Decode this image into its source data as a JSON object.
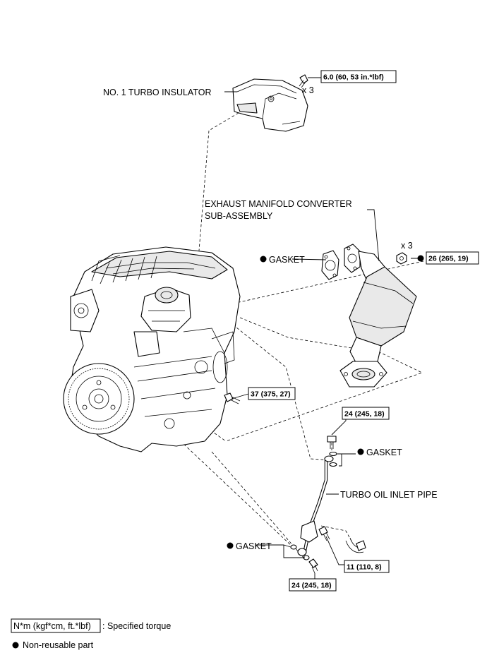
{
  "labels": {
    "turbo_insulator": "NO. 1 TURBO INSULATOR",
    "converter_line1": "EXHAUST MANIFOLD CONVERTER",
    "converter_line2": "SUB-ASSEMBLY",
    "gasket_converter": "GASKET",
    "gasket_oil_upper": "GASKET",
    "gasket_oil_lower": "GASKET",
    "oil_inlet_pipe": "TURBO OIL INLET PIPE",
    "qty_insulator": "x 3",
    "qty_converter": "x 3"
  },
  "torques": {
    "insulator_bolt": "6.0 (60, 53 in.*lbf)",
    "converter_nut": "26 (265, 19)",
    "engine_bolt": "37 (375, 27)",
    "union_bolt_upper": "24 (245, 18)",
    "union_bolt_lower": "24 (245, 18)",
    "bracket_bolt": "11 (110, 8)"
  },
  "legend": {
    "torque_unit": "N*m (kgf*cm, ft.*lbf)",
    "torque_desc": ": Specified torque",
    "nonreusable_desc": "Non-reusable part"
  },
  "colors": {
    "line": "#000000",
    "background": "#ffffff"
  }
}
